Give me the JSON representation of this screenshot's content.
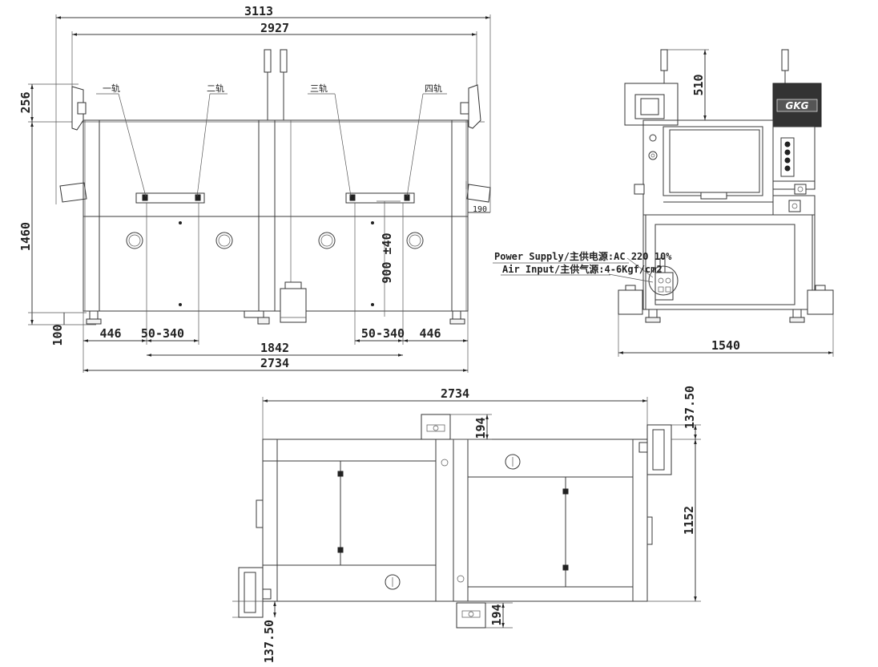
{
  "front_view": {
    "dims": {
      "overall_top": "3113",
      "inner_top": "2927",
      "left_height_top": "256",
      "height": "1460",
      "foot": "100",
      "left_446": "446",
      "left_range": "50-340",
      "right_range": "50-340",
      "right_446": "446",
      "rail_span": "1842",
      "base_width": "2734",
      "conveyor_height": "900 ±40",
      "side_offset": "190"
    },
    "rails": {
      "rail1": "一轨",
      "rail2": "二轨",
      "rail3": "三轨",
      "rail4": "四轨"
    }
  },
  "side_view": {
    "dims": {
      "top": "510",
      "width": "1540"
    },
    "brand": "GKG",
    "power_supply": "Power Supply/主供电源:AC 220 10%",
    "air_input": "Air Input/主供气源:4-6Kgf/cm2"
  },
  "top_view": {
    "dims": {
      "width": "2734",
      "top_offset": "137.50",
      "bottom_offset": "137.50",
      "top_194": "194",
      "bottom_194": "194",
      "depth": "1152"
    }
  }
}
